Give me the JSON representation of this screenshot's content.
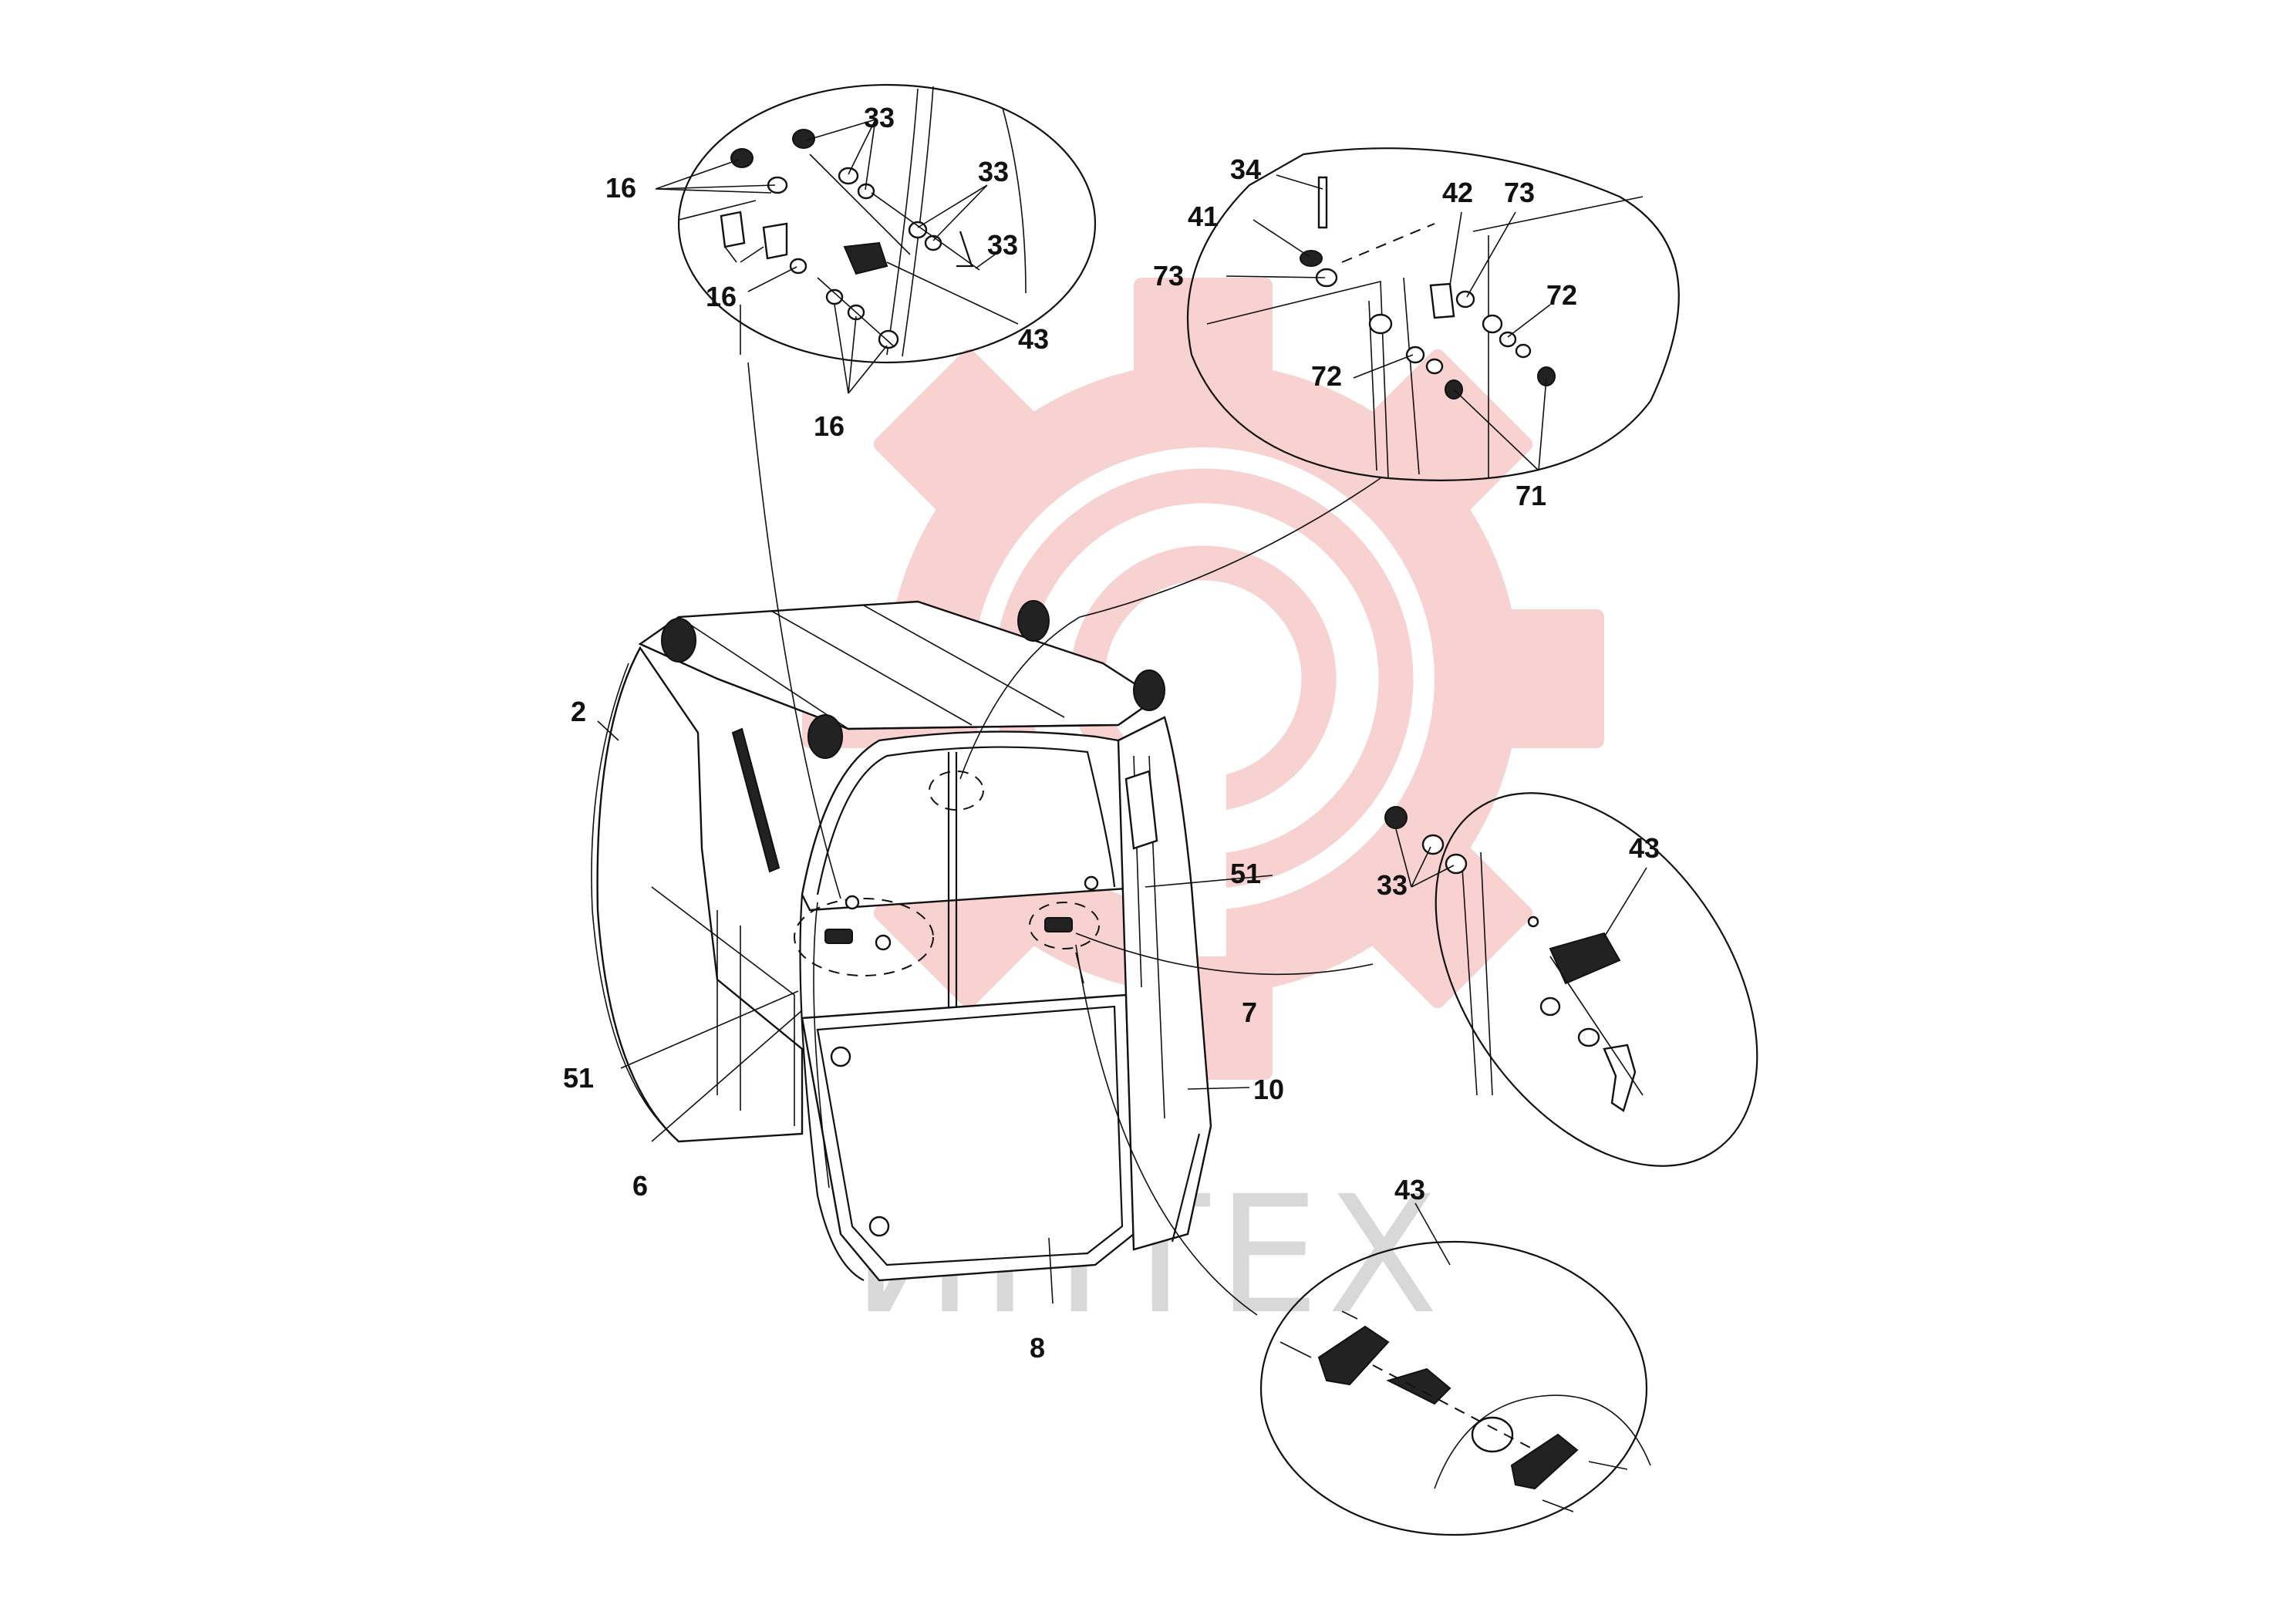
{
  "watermark": {
    "text": "ИНТЕХ",
    "gear_color": "#f7c9c9",
    "text_color": "#d8d8d8"
  },
  "callouts": {
    "c2": "2",
    "c6": "6",
    "c7": "7",
    "c8": "8",
    "c10": "10",
    "c16a": "16",
    "c16b": "16",
    "c16c": "16",
    "c33a": "33",
    "c33b": "33",
    "c33c": "33",
    "c33d": "33",
    "c34": "34",
    "c41": "41",
    "c42": "42",
    "c43a": "43",
    "c43b": "43",
    "c43c": "43",
    "c51a": "51",
    "c51b": "51",
    "c71": "71",
    "c72a": "72",
    "c72b": "72",
    "c73a": "73",
    "c73b": "73"
  }
}
